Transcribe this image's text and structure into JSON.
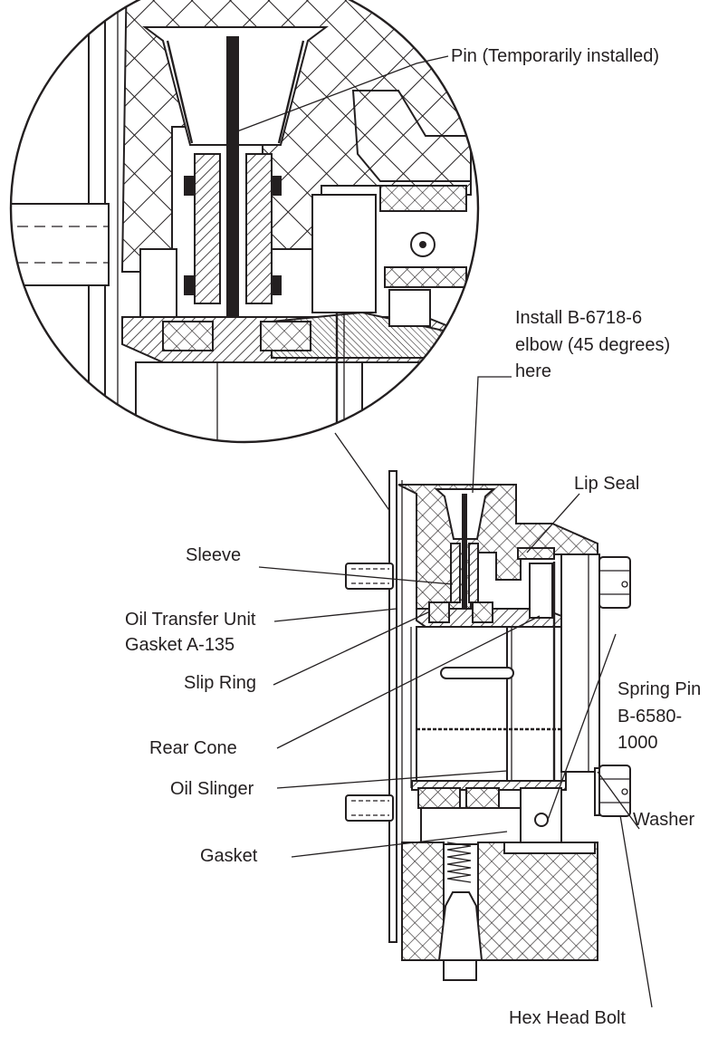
{
  "labels": {
    "pin": "Pin (Temporarily installed)",
    "elbow_line1": "Install B-6718-6",
    "elbow_line2": "elbow (45 degrees)",
    "elbow_line3": "here",
    "lip_seal": "Lip Seal",
    "sleeve": "Sleeve",
    "otu_gasket_line1": "Oil Transfer Unit",
    "otu_gasket_line2": "Gasket A-135",
    "slip_ring": "Slip Ring",
    "rear_cone": "Rear Cone",
    "spring_pin_line1": "Spring Pin",
    "spring_pin_line2": "B-6580-",
    "spring_pin_line3": "1000",
    "oil_slinger": "Oil Slinger",
    "washer": "Washer",
    "gasket": "Gasket",
    "hex_head_bolt": "Hex Head Bolt"
  },
  "colors": {
    "ink": "#231f20",
    "paper": "#ffffff"
  }
}
